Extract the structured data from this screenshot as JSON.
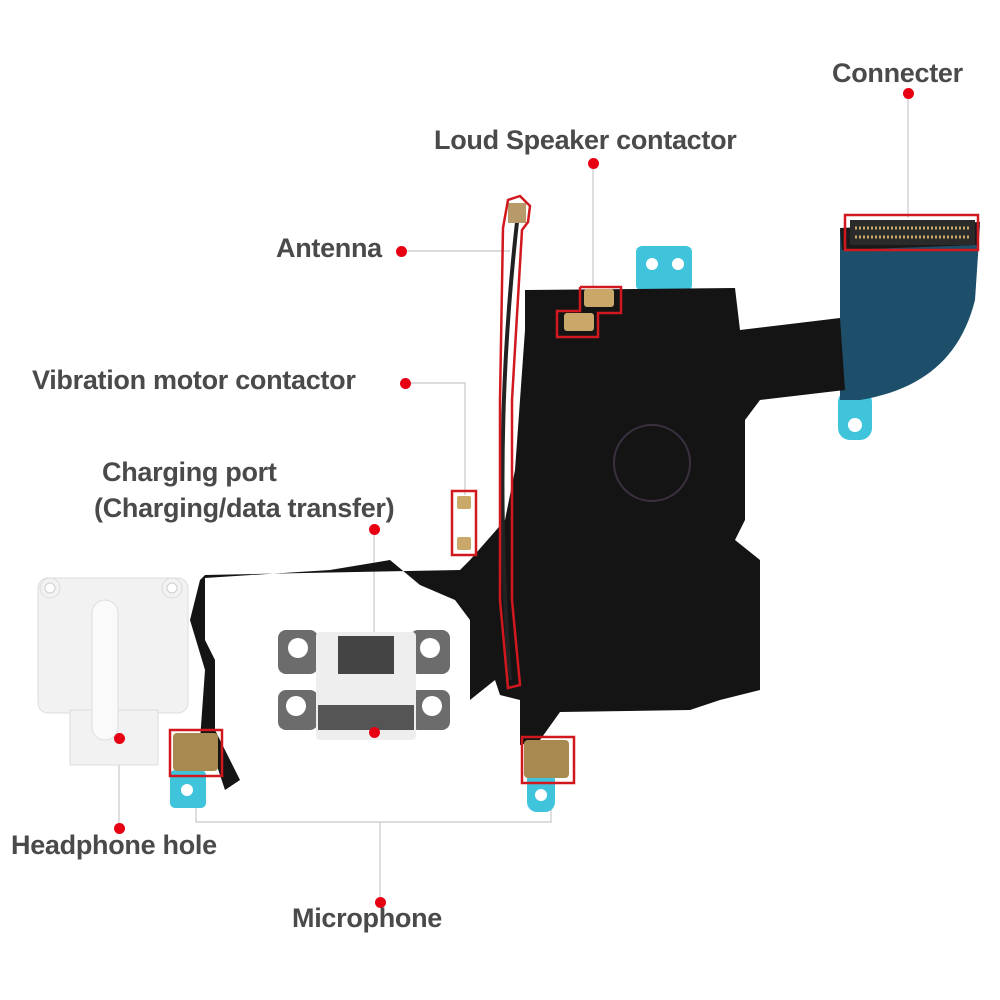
{
  "diagram": {
    "subject": "Charging port flex cable assembly",
    "colors": {
      "label_text": "#4a4a4a",
      "callout_dot": "#e60012",
      "highlight_box": "#d0181e",
      "leader_line": "#c8c8c8",
      "flex_board": "#141414",
      "stiffener_blue": "#3fc4dc",
      "gold_pad": "#c9a86a",
      "white_plastic": "#f2f2f2"
    },
    "labels": {
      "connector": "Connecter",
      "loud_speaker": "Loud Speaker contactor",
      "antenna": "Antenna",
      "vibration": "Vibration motor contactor",
      "charging_line1": "Charging port",
      "charging_line2": "(Charging/data transfer)",
      "headphone": "Headphone hole",
      "microphone": "Microphone"
    }
  }
}
